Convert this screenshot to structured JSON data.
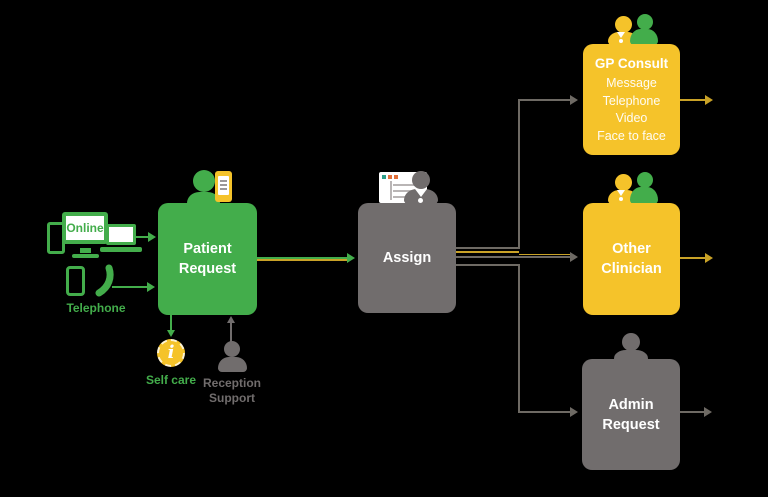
{
  "palette": {
    "green": "#43ad4b",
    "yellow": "#f5c32a",
    "gray": "#716d6d",
    "line_gray": "#6e6a64",
    "line_yellow": "#c9a227"
  },
  "inputs": {
    "online": {
      "label": "Online"
    },
    "telephone": {
      "label": "Telephone"
    }
  },
  "nodes": {
    "patient_request": {
      "lines": [
        "Patient",
        "Request"
      ]
    },
    "assign": {
      "label": "Assign"
    },
    "gp_consult": {
      "title": "GP Consult",
      "items": [
        "Message",
        "Telephone",
        "Video",
        "Face to face"
      ]
    },
    "other_clinician": {
      "lines": [
        "Other",
        "Clinician"
      ]
    },
    "admin_request": {
      "lines": [
        "Admin",
        "Request"
      ]
    }
  },
  "annotations": {
    "self_care": {
      "label": "Self care",
      "icon_glyph": "i"
    },
    "reception_support": {
      "lines": [
        "Reception",
        "Support"
      ]
    }
  }
}
